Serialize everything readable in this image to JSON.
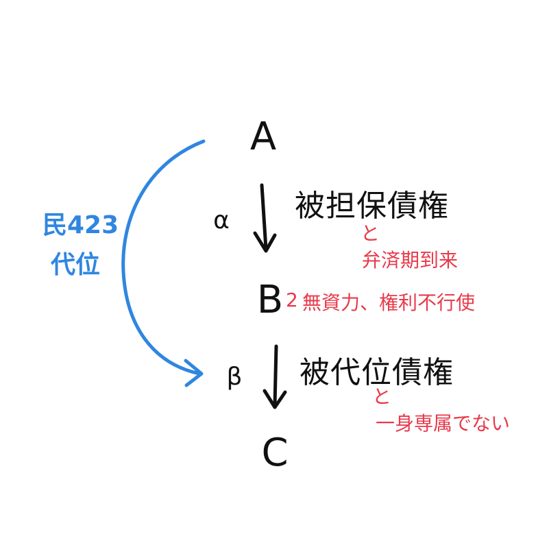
{
  "colors": {
    "black": "#111111",
    "red": "#e8394a",
    "blue": "#2f86e0"
  },
  "nodes": {
    "a": "A",
    "b": "B",
    "c": "C"
  },
  "left_labels": {
    "alpha": "α",
    "beta": "β"
  },
  "claims": {
    "secured_claim": "被担保債権",
    "subrogated_claim": "被代位債権"
  },
  "notes": {
    "secured_claim_note": "弁済期到来",
    "b_note": "無資力、権利不行使",
    "subrogated_claim_note": "一身専属でない"
  },
  "note_markers": {
    "secured_claim_marker": "と",
    "b_marker": "2",
    "subrogated_claim_marker": "と"
  },
  "subrogation_label": {
    "line1": "民423",
    "line2": "代位"
  }
}
